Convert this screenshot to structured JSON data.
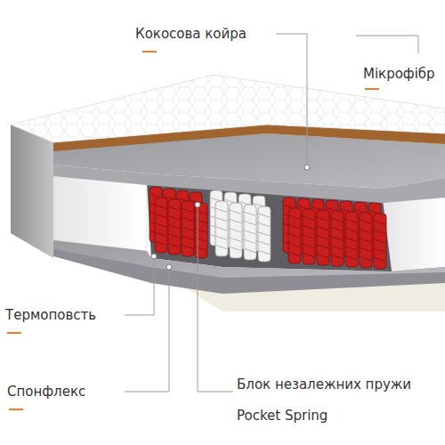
{
  "diagram": {
    "labels": [
      "Кокосова койра",
      "Мікрофібр",
      "Термоповсть",
      "Спонфлекс",
      "Блок незалежних пружи",
      "Pocket Spring"
    ]
  }
}
